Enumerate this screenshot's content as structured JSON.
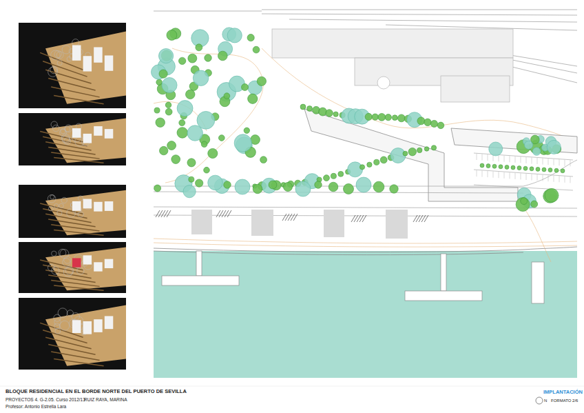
{
  "diagram": {
    "title": "BLOQUE RESIDENCIAL EN EL BORDE NORTE DEL PUERTO DE SEVILLA",
    "labels": [
      "PROYECTOS 4. G-2.05. Curso 2012/13",
      "RUIZ RAYA, MARINA",
      "Profesor: Antonio Estrella Lara",
      "IMPLANTACIÓN",
      "N",
      "FORMATO 2/6"
    ]
  }
}
